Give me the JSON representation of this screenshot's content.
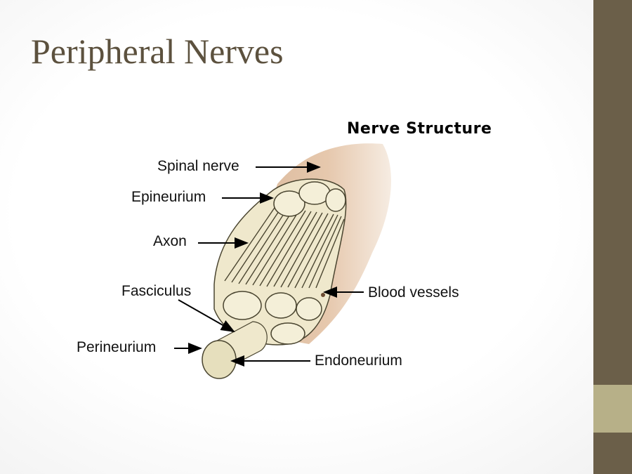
{
  "slide": {
    "title": "Peripheral Nerves"
  },
  "diagram": {
    "heading": "Nerve Structure",
    "labels": {
      "spinal_nerve": "Spinal nerve",
      "epineurium": "Epineurium",
      "axon": "Axon",
      "fasciculus": "Fasciculus",
      "perineurium": "Perineurium",
      "blood_vessels": "Blood vessels",
      "endoneurium": "Endoneurium"
    }
  },
  "colors": {
    "sidebar": "#6b5f49",
    "sidebar_accent": "#b7b088",
    "title": "#5c513e",
    "nerve_sheath": "#e3c4a8",
    "fascicle": "#efe8cc"
  }
}
